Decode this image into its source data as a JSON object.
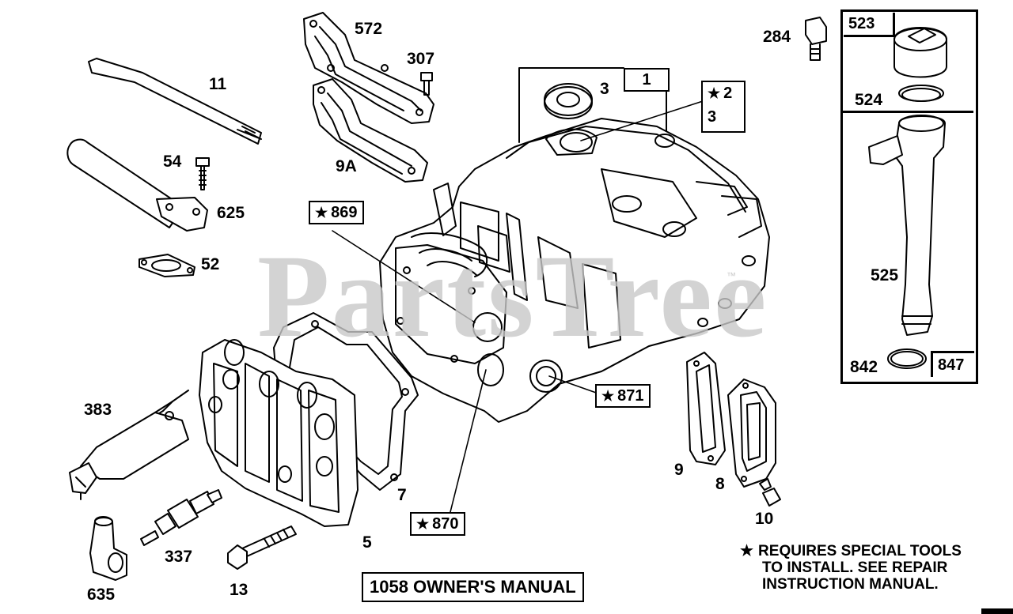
{
  "watermark": {
    "text": "PartsTree",
    "mark": "™"
  },
  "labels": {
    "p11": "11",
    "p54": "54",
    "p625": "625",
    "p52": "52",
    "p572": "572",
    "p307": "307",
    "p9a": "9A",
    "p3_seal": "3",
    "p1": "1",
    "p2": "2",
    "p3_box": "3",
    "p869": "869",
    "p871": "871",
    "p870": "870",
    "p383": "383",
    "p337": "337",
    "p635": "635",
    "p13": "13",
    "p5": "5",
    "p7": "7",
    "p9": "9",
    "p8": "8",
    "p10": "10",
    "p284": "284",
    "p523": "523",
    "p524": "524",
    "p525": "525",
    "p842": "842",
    "p847": "847"
  },
  "star_glyph": "★",
  "note": {
    "line1": "REQUIRES SPECIAL TOOLS",
    "line2": "TO INSTALL.  SEE REPAIR",
    "line3": "INSTRUCTION MANUAL."
  },
  "manual": "1058 OWNER'S MANUAL"
}
